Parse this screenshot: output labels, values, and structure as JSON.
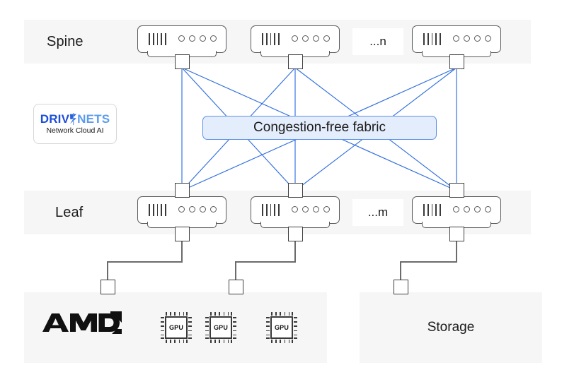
{
  "diagram": {
    "title": "DriveNets Network Cloud AI spine-leaf fabric",
    "colors": {
      "band_bg": "#f6f6f6",
      "panel_bg": "#f6f6f6",
      "fabric_link": "#2f6fe0",
      "access_link": "#6b6b6b",
      "banner_fill": "#e4edfc",
      "banner_border": "#5b90e8",
      "device_stroke": "#58595b",
      "brand_dark_blue": "#1d4ed8",
      "brand_light_blue": "#5b9bf0"
    }
  },
  "spine": {
    "label": "Spine",
    "more_label": "...n",
    "switches": [
      {
        "name": "spine-switch-1"
      },
      {
        "name": "spine-switch-2"
      },
      {
        "name": "spine-switch-3"
      }
    ]
  },
  "leaf": {
    "label": "Leaf",
    "more_label": "...m",
    "switches": [
      {
        "name": "leaf-switch-1"
      },
      {
        "name": "leaf-switch-2"
      },
      {
        "name": "leaf-switch-3"
      }
    ]
  },
  "fabric": {
    "banner_label": "Congestion-free fabric"
  },
  "logo": {
    "wordmark_part_a": "DRIV",
    "wordmark_part_b": "NETS",
    "tagline": "Network Cloud AI"
  },
  "compute": {
    "vendor_label": "AMD",
    "gpus": [
      {
        "label": "GPU"
      },
      {
        "label": "GPU"
      },
      {
        "label": "GPU"
      }
    ]
  },
  "storage": {
    "label": "Storage"
  },
  "icons": {
    "switch": "network-switch-icon",
    "port": "port-connector-icon",
    "gpu": "gpu-chip-icon",
    "amd": "amd-logo-icon",
    "bolt": "lightning-bolt-icon"
  }
}
